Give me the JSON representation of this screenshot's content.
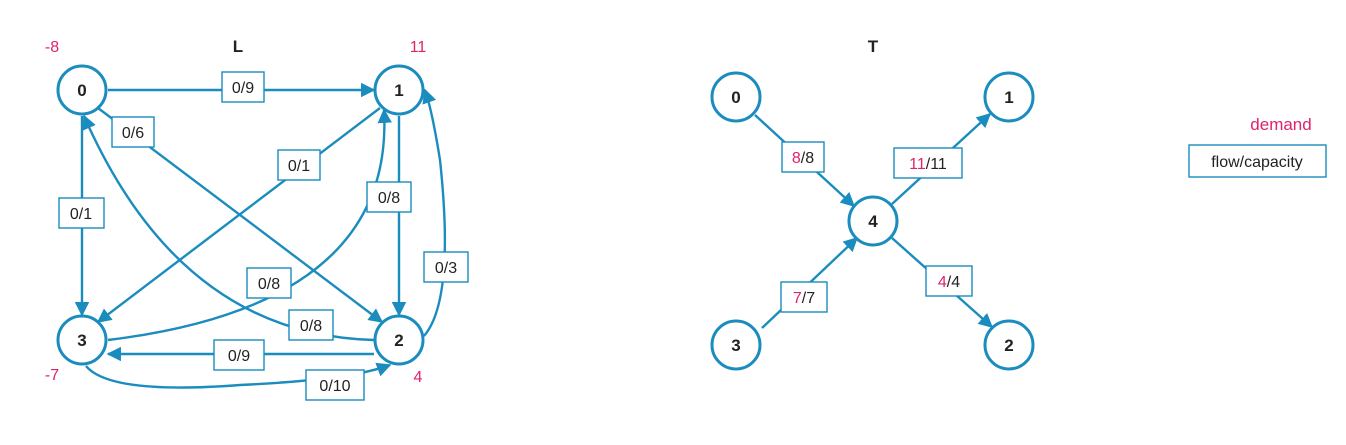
{
  "colors": {
    "edge": "#1a8cbe",
    "demand": "#e0226e",
    "text": "#222222"
  },
  "graph_l": {
    "title": "L",
    "nodes": [
      {
        "id": "0",
        "label": "0",
        "demand": "-8"
      },
      {
        "id": "1",
        "label": "1",
        "demand": "11"
      },
      {
        "id": "2",
        "label": "2",
        "demand": "4"
      },
      {
        "id": "3",
        "label": "3",
        "demand": "-7"
      }
    ],
    "edges": [
      {
        "from": "0",
        "to": "1",
        "label": "0/9"
      },
      {
        "from": "0",
        "to": "2",
        "label": "0/6"
      },
      {
        "from": "0",
        "to": "3",
        "label": "0/1"
      },
      {
        "from": "1",
        "to": "3",
        "label": "0/1"
      },
      {
        "from": "1",
        "to": "2",
        "label": "0/8"
      },
      {
        "from": "3",
        "to": "1",
        "label": "0/8"
      },
      {
        "from": "2",
        "to": "1",
        "label": "0/3"
      },
      {
        "from": "2",
        "to": "0",
        "label": "0/8"
      },
      {
        "from": "2",
        "to": "3",
        "label": "0/9"
      },
      {
        "from": "3",
        "to": "2",
        "label": "0/10"
      }
    ]
  },
  "graph_t": {
    "title": "T",
    "nodes": [
      {
        "id": "0",
        "label": "0"
      },
      {
        "id": "1",
        "label": "1"
      },
      {
        "id": "2",
        "label": "2"
      },
      {
        "id": "3",
        "label": "3"
      },
      {
        "id": "4",
        "label": "4"
      }
    ],
    "edges": [
      {
        "from": "0",
        "to": "4",
        "flow": "8",
        "cap": "/8"
      },
      {
        "from": "4",
        "to": "1",
        "flow": "11",
        "cap": "/11"
      },
      {
        "from": "3",
        "to": "4",
        "flow": "7",
        "cap": "/7"
      },
      {
        "from": "4",
        "to": "2",
        "flow": "4",
        "cap": "/4"
      }
    ]
  },
  "legend": {
    "demand": "demand",
    "flow_capacity": "flow/capacity"
  }
}
